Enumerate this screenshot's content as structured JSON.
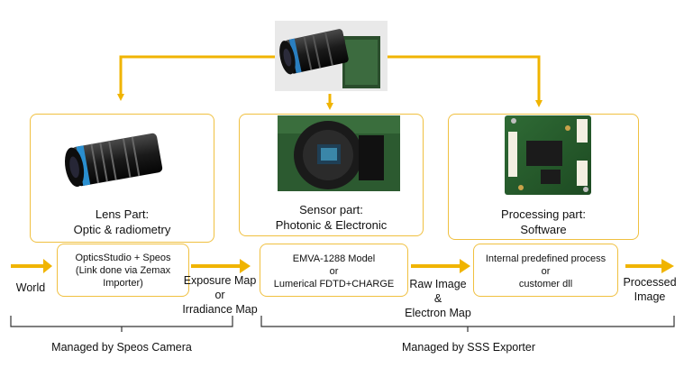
{
  "colors": {
    "accent": "#f0b400",
    "box_border": "#f0c040",
    "bracket": "#333333"
  },
  "icons": {
    "top_camera": "camera-photo",
    "lens": "lens-photo",
    "sensor": "sensor-photo",
    "board": "circuit-board-photo"
  },
  "panels": {
    "lens": {
      "title_line1": "Lens Part:",
      "title_line2": "Optic & radiometry"
    },
    "sensor": {
      "title_line1": "Sensor part:",
      "title_line2": "Photonic  & Electronic"
    },
    "processing": {
      "title_line1": "Processing part:",
      "title_line2": "Software"
    }
  },
  "flow_boxes": {
    "optics": {
      "line1": "OpticsStudio + Speos",
      "line2": "(Link done via Zemax",
      "line3": "Importer)"
    },
    "emva": {
      "line1": "EMVA-1288 Model",
      "line2": "or",
      "line3": "Lumerical FDTD+CHARGE"
    },
    "process": {
      "line1": "Internal predefined process",
      "line2": "or",
      "line3": "customer dll"
    }
  },
  "flow_labels": {
    "world": "World",
    "exposure_line1": "Exposure Map",
    "exposure_line2": "or",
    "exposure_line3": "Irradiance Map",
    "raw_line1": "Raw Image",
    "raw_line2": "&",
    "raw_line3": "Electron Map",
    "processed_line1": "Processed",
    "processed_line2": "Image"
  },
  "brackets": {
    "speos": "Managed by Speos Camera",
    "sss": "Managed by SSS Exporter"
  }
}
